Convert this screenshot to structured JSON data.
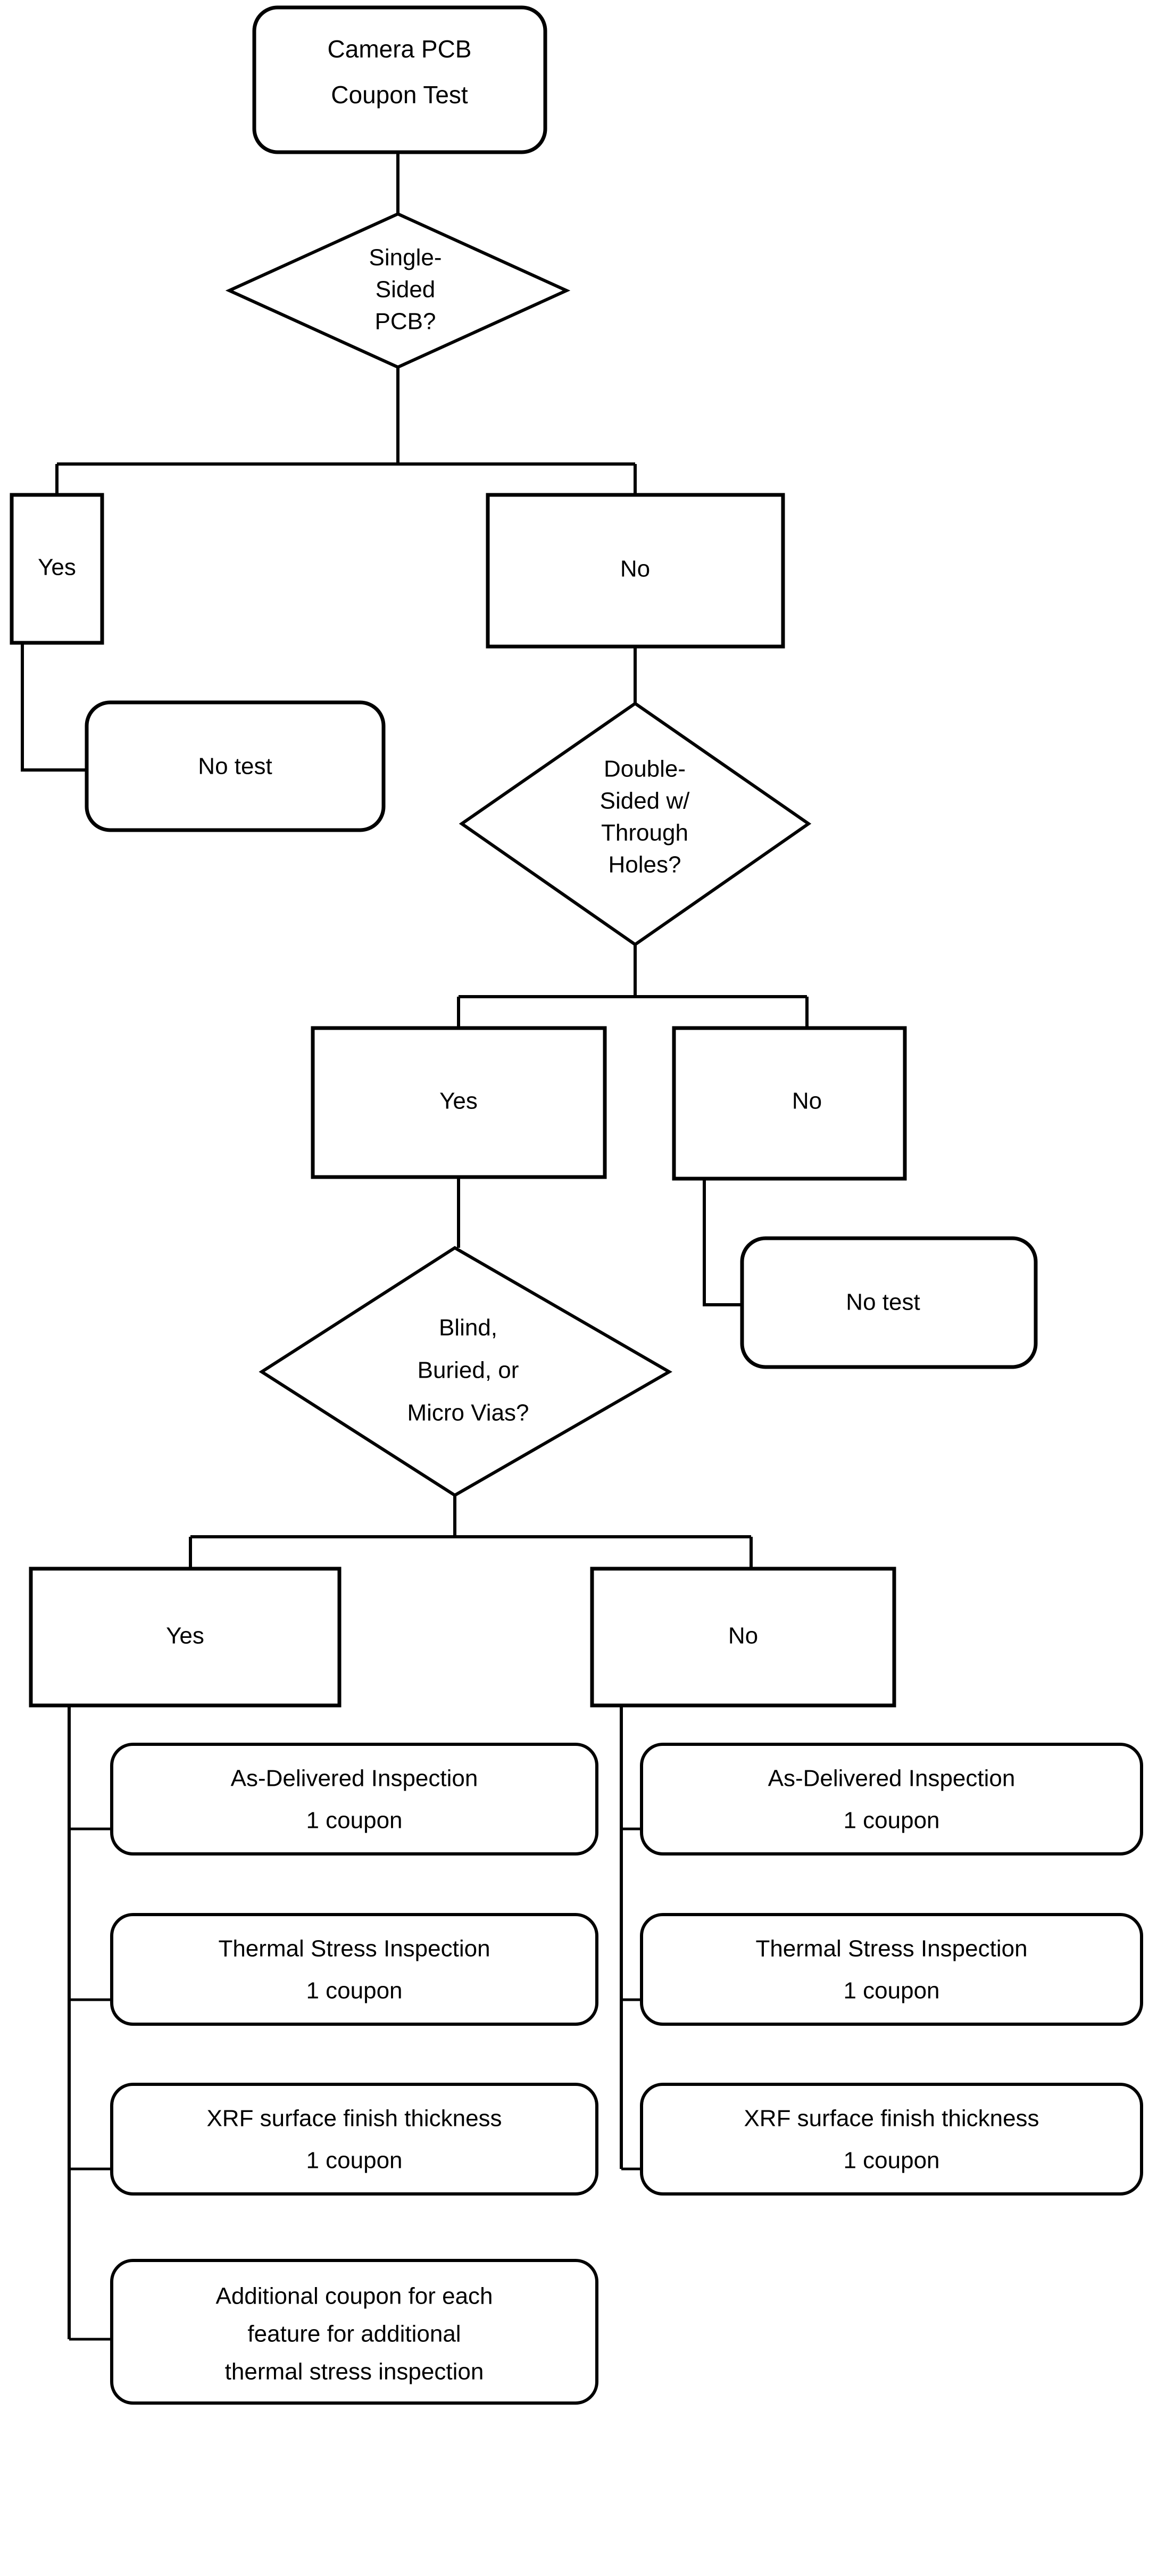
{
  "diagram": {
    "title": "Camera PCB Coupon Test",
    "type": "flowchart",
    "colors": {
      "background": "#ffffff",
      "stroke": "#000000",
      "text": "#000000",
      "fill": "#ffffff"
    }
  },
  "start_node": {
    "line1": "Camera PCB",
    "line2": "Coupon Test"
  },
  "decision1": {
    "line1": "Single-",
    "line2": "Sided",
    "line3": "PCB?",
    "yes_label": "Yes",
    "no_label": "No",
    "yes_outcome": "No test"
  },
  "decision2": {
    "line1": "Double-",
    "line2": "Sided w/",
    "line3": "Through",
    "line4": "Holes?",
    "yes_label": "Yes",
    "no_label": "No",
    "no_outcome": "No test"
  },
  "decision3": {
    "line1": "Blind,",
    "line2": "Buried, or",
    "line3": "Micro Vias?",
    "yes_label": "Yes",
    "no_label": "No"
  },
  "results_yes_branch": [
    {
      "line1": "As-Delivered Inspection",
      "line2": "1 coupon"
    },
    {
      "line1": "Thermal Stress Inspection",
      "line2": "1 coupon"
    },
    {
      "line1": "XRF surface finish thickness",
      "line2": "1 coupon"
    },
    {
      "line1": "Additional coupon for each",
      "line2": "feature for additional",
      "line3": "thermal stress inspection"
    }
  ],
  "results_no_branch": [
    {
      "line1": "As-Delivered Inspection",
      "line2": "1 coupon"
    },
    {
      "line1": "Thermal Stress Inspection",
      "line2": "1 coupon"
    },
    {
      "line1": "XRF surface finish thickness",
      "line2": "1 coupon"
    }
  ]
}
